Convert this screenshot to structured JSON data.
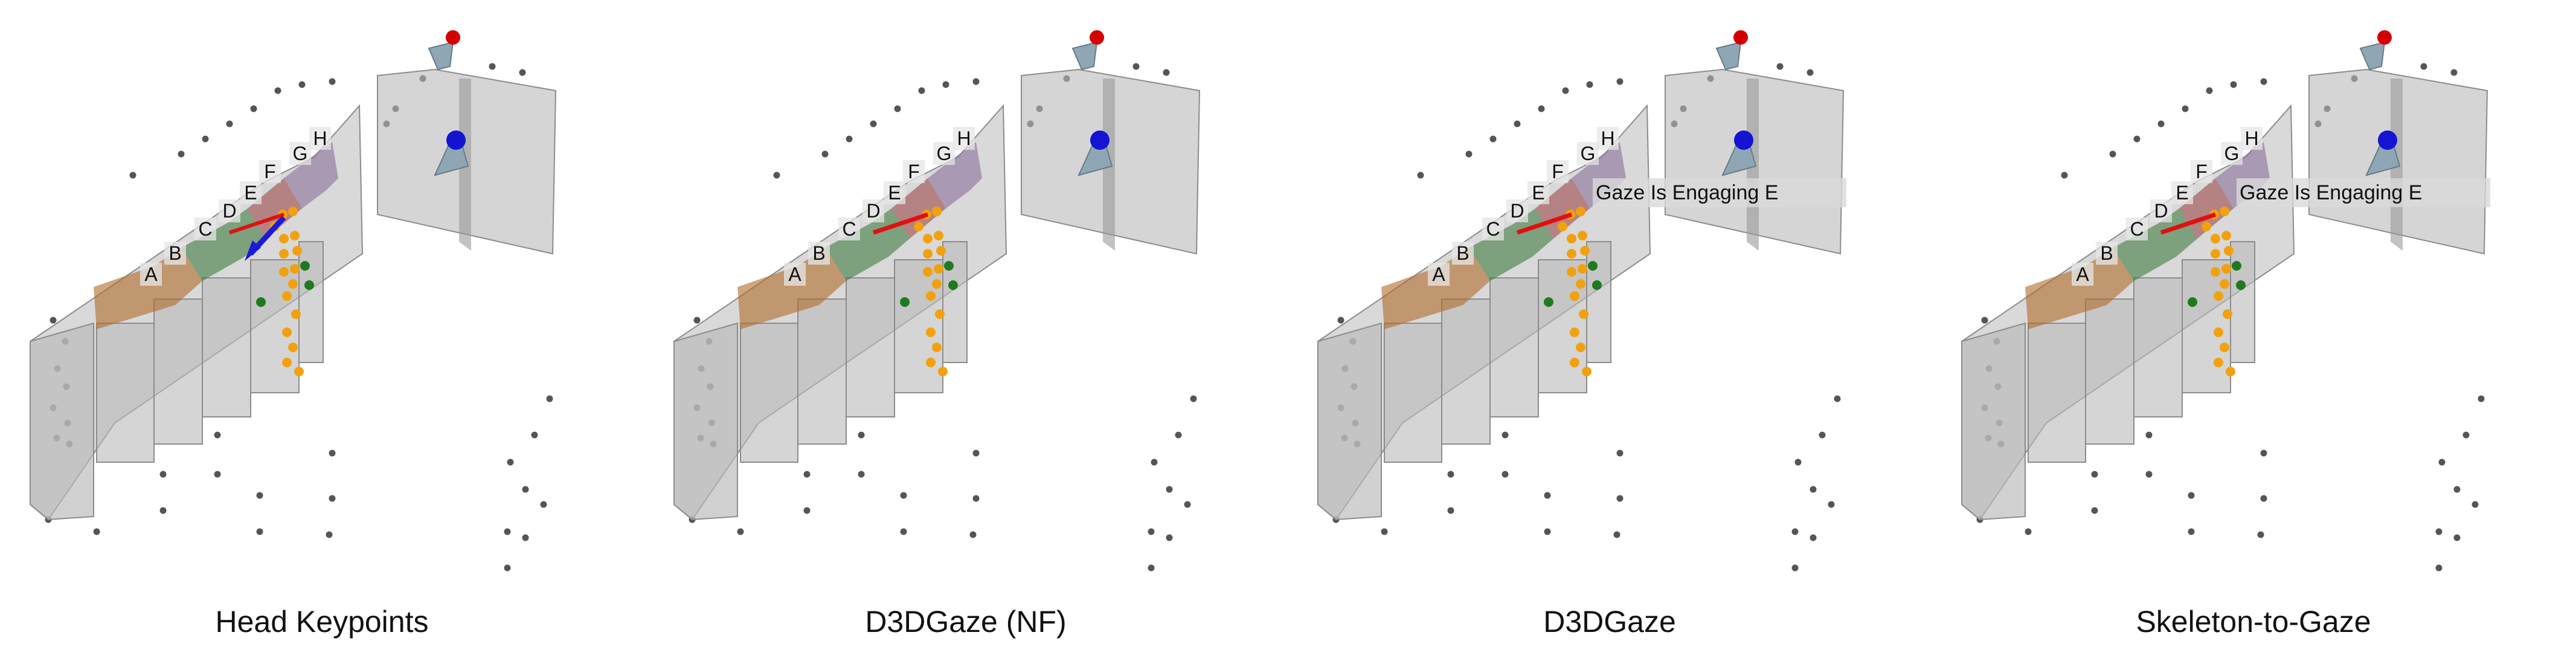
{
  "panels": [
    {
      "caption": "Head Keypoints",
      "gaze_label": "",
      "gaze_arrow": "blue"
    },
    {
      "caption": "D3DGaze (NF)",
      "gaze_label": "",
      "gaze_arrow": "red"
    },
    {
      "caption": "D3DGaze",
      "gaze_label": "Gaze Is Engaging E",
      "gaze_arrow": "red"
    },
    {
      "caption": "Skeleton-to-Gaze",
      "gaze_label": "Gaze Is Engaging E",
      "gaze_arrow": "red"
    }
  ],
  "shelf_labels": [
    "A",
    "B",
    "C",
    "D",
    "E",
    "F",
    "G",
    "H"
  ],
  "colors": {
    "box_fill": "#b9b9b9",
    "box_stroke": "#8c8c8c",
    "orange_top": "#b06a2a",
    "green_top": "#3f7a3f",
    "red_top": "#9b4848",
    "purple_top": "#8a6e9a",
    "skeleton_joint": "#f2a10e",
    "skeleton_joint_green": "#1f7a1f",
    "camera_marker": "#d40000",
    "head_marker": "#1414d2",
    "gaze_red": "#e01010",
    "gaze_blue": "#1a1ad8",
    "scatter": "#555555"
  }
}
